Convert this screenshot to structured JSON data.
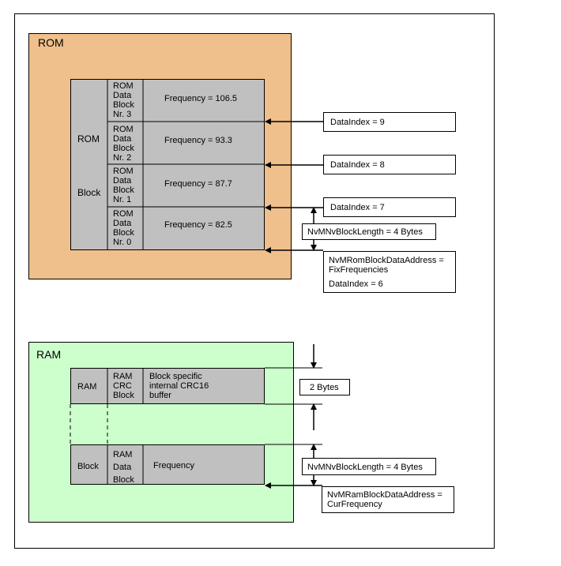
{
  "rom": {
    "title": "ROM",
    "side_label_top": "ROM",
    "side_label_bottom": "Block",
    "blocks": [
      {
        "label": [
          "ROM",
          "Data",
          "Block",
          "Nr. 3"
        ],
        "value": "Frequency = 106.5"
      },
      {
        "label": [
          "ROM",
          "Data",
          "Block",
          "Nr. 2"
        ],
        "value": "Frequency = 93.3"
      },
      {
        "label": [
          "ROM",
          "Data",
          "Block",
          "Nr. 1"
        ],
        "value": "Frequency = 87.7"
      },
      {
        "label": [
          "ROM",
          "Data",
          "Block",
          "Nr. 0"
        ],
        "value": "Frequency = 82.5"
      }
    ],
    "data_index_9": "DataIndex = 9",
    "data_index_8": "DataIndex = 8",
    "data_index_7": "DataIndex = 7",
    "block_length": "NvMNvBlockLength = 4 Bytes",
    "address_line1": "NvMRomBlockDataAddress =",
    "address_line2": "FixFrequencies",
    "data_index_6": "DataIndex = 6"
  },
  "ram": {
    "title": "RAM",
    "crc_side": "RAM",
    "crc_label": [
      "RAM",
      "CRC",
      "Block"
    ],
    "crc_text": [
      "Block specific",
      "internal CRC16",
      "buffer"
    ],
    "data_side": "Block",
    "data_label": [
      "RAM",
      "Data",
      "Block"
    ],
    "data_value": "Frequency",
    "crc_size": "2 Bytes",
    "block_length": "NvMNvBlockLength = 4 Bytes",
    "address_line1": "NvMRamBlockDataAddress =",
    "address_line2": "CurFrequency"
  }
}
